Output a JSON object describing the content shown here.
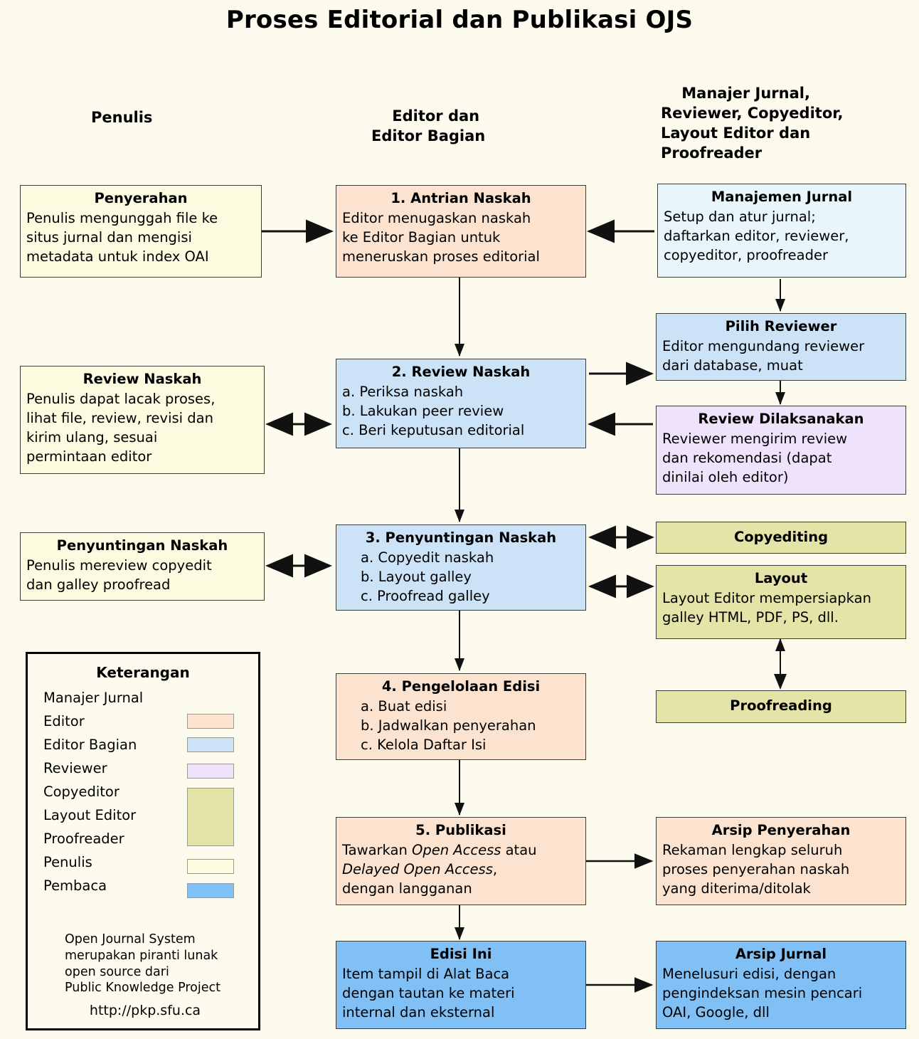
{
  "title": "Proses Editorial dan Publikasi OJS",
  "columns": {
    "author": "Penulis",
    "editor": "Editor dan\nEditor Bagian",
    "others": "Manajer Jurnal,\nReviewer, Copyeditor,\nLayout Editor dan\nProofreader"
  },
  "boxes": {
    "penyerahan": {
      "title": "Penyerahan",
      "lines": [
        "Penulis mengunggah file ke",
        "situs jurnal dan mengisi",
        "metadata untuk index OAI"
      ]
    },
    "antrian": {
      "title": "1. Antrian Naskah",
      "lines": [
        "Editor menugaskan naskah",
        "ke Editor Bagian untuk",
        "meneruskan proses editorial"
      ]
    },
    "manajemen": {
      "title": "Manajemen Jurnal",
      "lines": [
        "Setup dan atur jurnal;",
        "daftarkan editor, reviewer,",
        "copyeditor, proofreader"
      ]
    },
    "review_naskah_penulis": {
      "title": "Review Naskah",
      "lines": [
        "Penulis dapat lacak proses,",
        "lihat file, review, revisi dan",
        "kirim ulang, sesuai",
        "permintaan editor"
      ]
    },
    "review_naskah": {
      "title": "2. Review Naskah",
      "lines": [
        "a. Periksa naskah",
        "b. Lakukan peer review",
        "c. Beri keputusan editorial"
      ]
    },
    "pilih_reviewer": {
      "title": "Pilih Reviewer",
      "lines": [
        "Editor mengundang reviewer",
        "dari database, muat"
      ]
    },
    "review_dilaksanakan": {
      "title": "Review Dilaksanakan",
      "lines": [
        "Reviewer mengirim review",
        "dan rekomendasi (dapat",
        "dinilai oleh editor)"
      ]
    },
    "penyuntingan_penulis": {
      "title": "Penyuntingan Naskah",
      "lines": [
        "Penulis mereview copyedit",
        "dan galley proofread"
      ]
    },
    "penyuntingan": {
      "title": "3. Penyuntingan Naskah",
      "lines": [
        "a. Copyedit naskah",
        "b. Layout galley",
        "c. Proofread galley"
      ]
    },
    "copyediting": {
      "title": "Copyediting",
      "lines": []
    },
    "layout": {
      "title": "Layout",
      "lines": [
        "Layout Editor mempersiapkan",
        "galley HTML, PDF, PS, dll."
      ]
    },
    "proofreading": {
      "title": "Proofreading",
      "lines": []
    },
    "pengelolaan": {
      "title": "4. Pengelolaan Edisi",
      "lines": [
        "a. Buat edisi",
        "b. Jadwalkan penyerahan",
        "c. Kelola Daftar Isi"
      ]
    },
    "publikasi": {
      "title": "5. Publikasi",
      "line1_pre": "Tawarkan ",
      "line1_ital": "Open Access",
      "line1_post": " atau",
      "line2_ital": "Delayed Open Access",
      "line2_post": ",",
      "line3": "dengan langganan"
    },
    "arsip_penyerahan": {
      "title": "Arsip Penyerahan",
      "lines": [
        "Rekaman lengkap seluruh",
        "proses penyerahan naskah",
        "yang diterima/ditolak"
      ]
    },
    "edisi_ini": {
      "title": "Edisi Ini",
      "lines": [
        "Item tampil di Alat Baca",
        "dengan tautan ke materi",
        "internal dan eksternal"
      ]
    },
    "arsip_jurnal": {
      "title": "Arsip Jurnal",
      "lines": [
        "Menelusuri edisi, dengan",
        "pengindeksan mesin pencari",
        "OAI, Google, dll"
      ]
    }
  },
  "legend": {
    "title": "Keterangan",
    "rows": [
      {
        "label": "Manajer Jurnal"
      },
      {
        "label": "Editor"
      },
      {
        "label": "Editor Bagian"
      },
      {
        "label": "Reviewer"
      },
      {
        "label": "Copyeditor"
      },
      {
        "label": "Layout Editor"
      },
      {
        "label": "Proofreader"
      },
      {
        "label": "Penulis"
      },
      {
        "label": "Pembaca"
      }
    ],
    "note": "Open Journal System\nmerupakan piranti lunak\nopen source dari\nPublic Knowledge Project",
    "url": "http://pkp.sfu.ca"
  },
  "colors": {
    "page_background": "#FCFBEE",
    "author": "#FBFBE0",
    "editor": "#FBE3D0",
    "section_editor": "#CCE3F7",
    "manager": "#E8F6FC",
    "reviewer": "#EFE3FB",
    "copyeditor_layout_proofreader": "#E4E4A8",
    "reader": "#81C0F5",
    "border": "#3B3B3B"
  }
}
